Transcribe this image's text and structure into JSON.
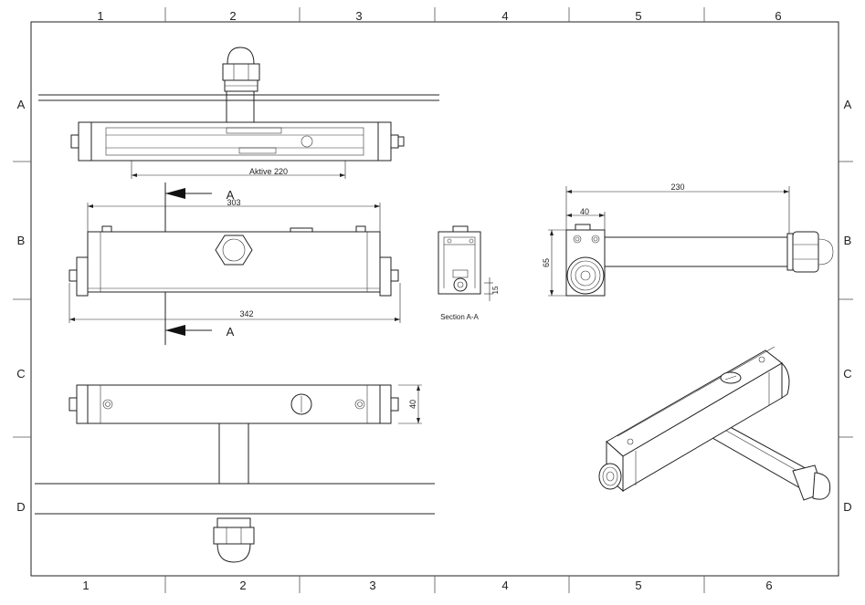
{
  "sheet": {
    "col_labels_top": [
      "1",
      "2",
      "3",
      "4",
      "5",
      "6"
    ],
    "col_labels_bottom": [
      "1",
      "2",
      "3",
      "4",
      "5",
      "6"
    ],
    "row_labels_left": [
      "A",
      "B",
      "C",
      "D"
    ],
    "row_labels_right": [
      "A",
      "B",
      "C",
      "D"
    ]
  },
  "dimensions": {
    "active_length": "Aktive 220",
    "length_303": "303",
    "length_342": "342",
    "height_40": "40",
    "length_230": "230",
    "width_40": "40",
    "height_65": "65",
    "gap_15": "15"
  },
  "section": {
    "marker_top": "A",
    "marker_bottom": "A",
    "title": "Section A-A"
  }
}
